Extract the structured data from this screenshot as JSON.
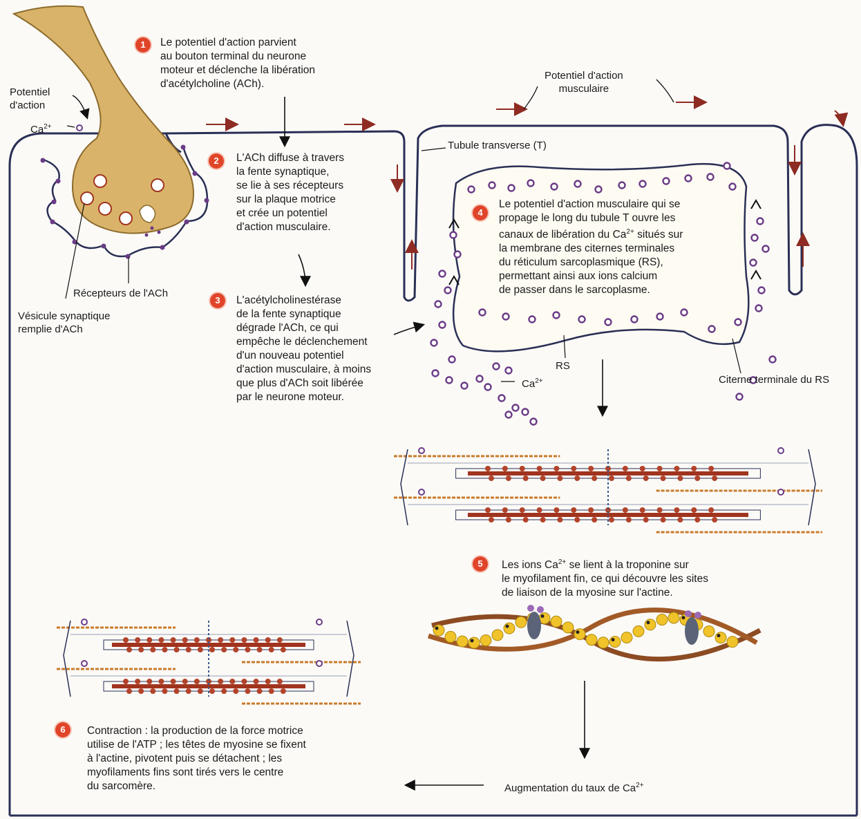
{
  "steps": {
    "s1": {
      "num": "1",
      "text": "Le potentiel d'action parvient\nau bouton terminal du neurone\nmoteur et déclenche la libération\nd'acétylcholine (ACh)."
    },
    "s2": {
      "num": "2",
      "text": "L'ACh diffuse à travers\nla fente synaptique,\nse lie à ses récepteurs\nsur la plaque motrice\net crée un potentiel\nd'action musculaire."
    },
    "s3": {
      "num": "3",
      "text": "L'acétylcholinestérase\nde la fente synaptique\ndégrade l'ACh, ce qui\nempêche le déclenchement\nd'un nouveau potentiel\nd'action musculaire, à moins\nque plus d'ACh soit libérée\npar le neurone moteur."
    },
    "s4": {
      "num": "4",
      "text_a": "Le potentiel d'action musculaire qui se\npropage le long du tubule T ouvre les\ncanaux de libération du Ca",
      "sup": "2+",
      "text_b": " situés sur\nla membrane des citernes terminales\ndu réticulum sarcoplasmique (RS),\npermettant ainsi aux ions calcium\nde passer dans le sarcoplasme."
    },
    "s5": {
      "num": "5",
      "text_a": "Les ions Ca",
      "sup": "2+",
      "text_b": " se lient à la troponine sur\nle myofilament fin, ce qui découvre les sites\nde liaison de la myosine sur l'actine."
    },
    "s6": {
      "num": "6",
      "text": "Contraction : la production de la force motrice\nutilise de l'ATP ; les têtes de myosine se fixent\nà l'actine, pivotent puis se détachent ; les\nmyofilaments fins sont tirés vers le centre\ndu sarcomère."
    }
  },
  "labels": {
    "potentiel_action": "Potentiel\nd'action",
    "ca_left": "Ca",
    "ca_sup": "2+",
    "recepteurs": "Récepteurs de l'ACh",
    "vesicule": "Vésicule synaptique\nremplie d'ACh",
    "potentiel_musculaire": "Potentiel d'action\nmusculaire",
    "tubule": "Tubule transverse (T)",
    "rs": "RS",
    "ca_bottom": "Ca",
    "citerne": "Citerne terminale du RS",
    "augmentation": "Augmentation du taux de Ca"
  },
  "colors": {
    "neuron": "#d9b36a",
    "membrane": "#2a2f55",
    "arrow_red": "#8e2b22",
    "calcium": "#6a3b86",
    "myosin": "#a0341f",
    "actin": "#c97a2a",
    "troponin": "#f0c32a",
    "badge": "#e0452a"
  }
}
